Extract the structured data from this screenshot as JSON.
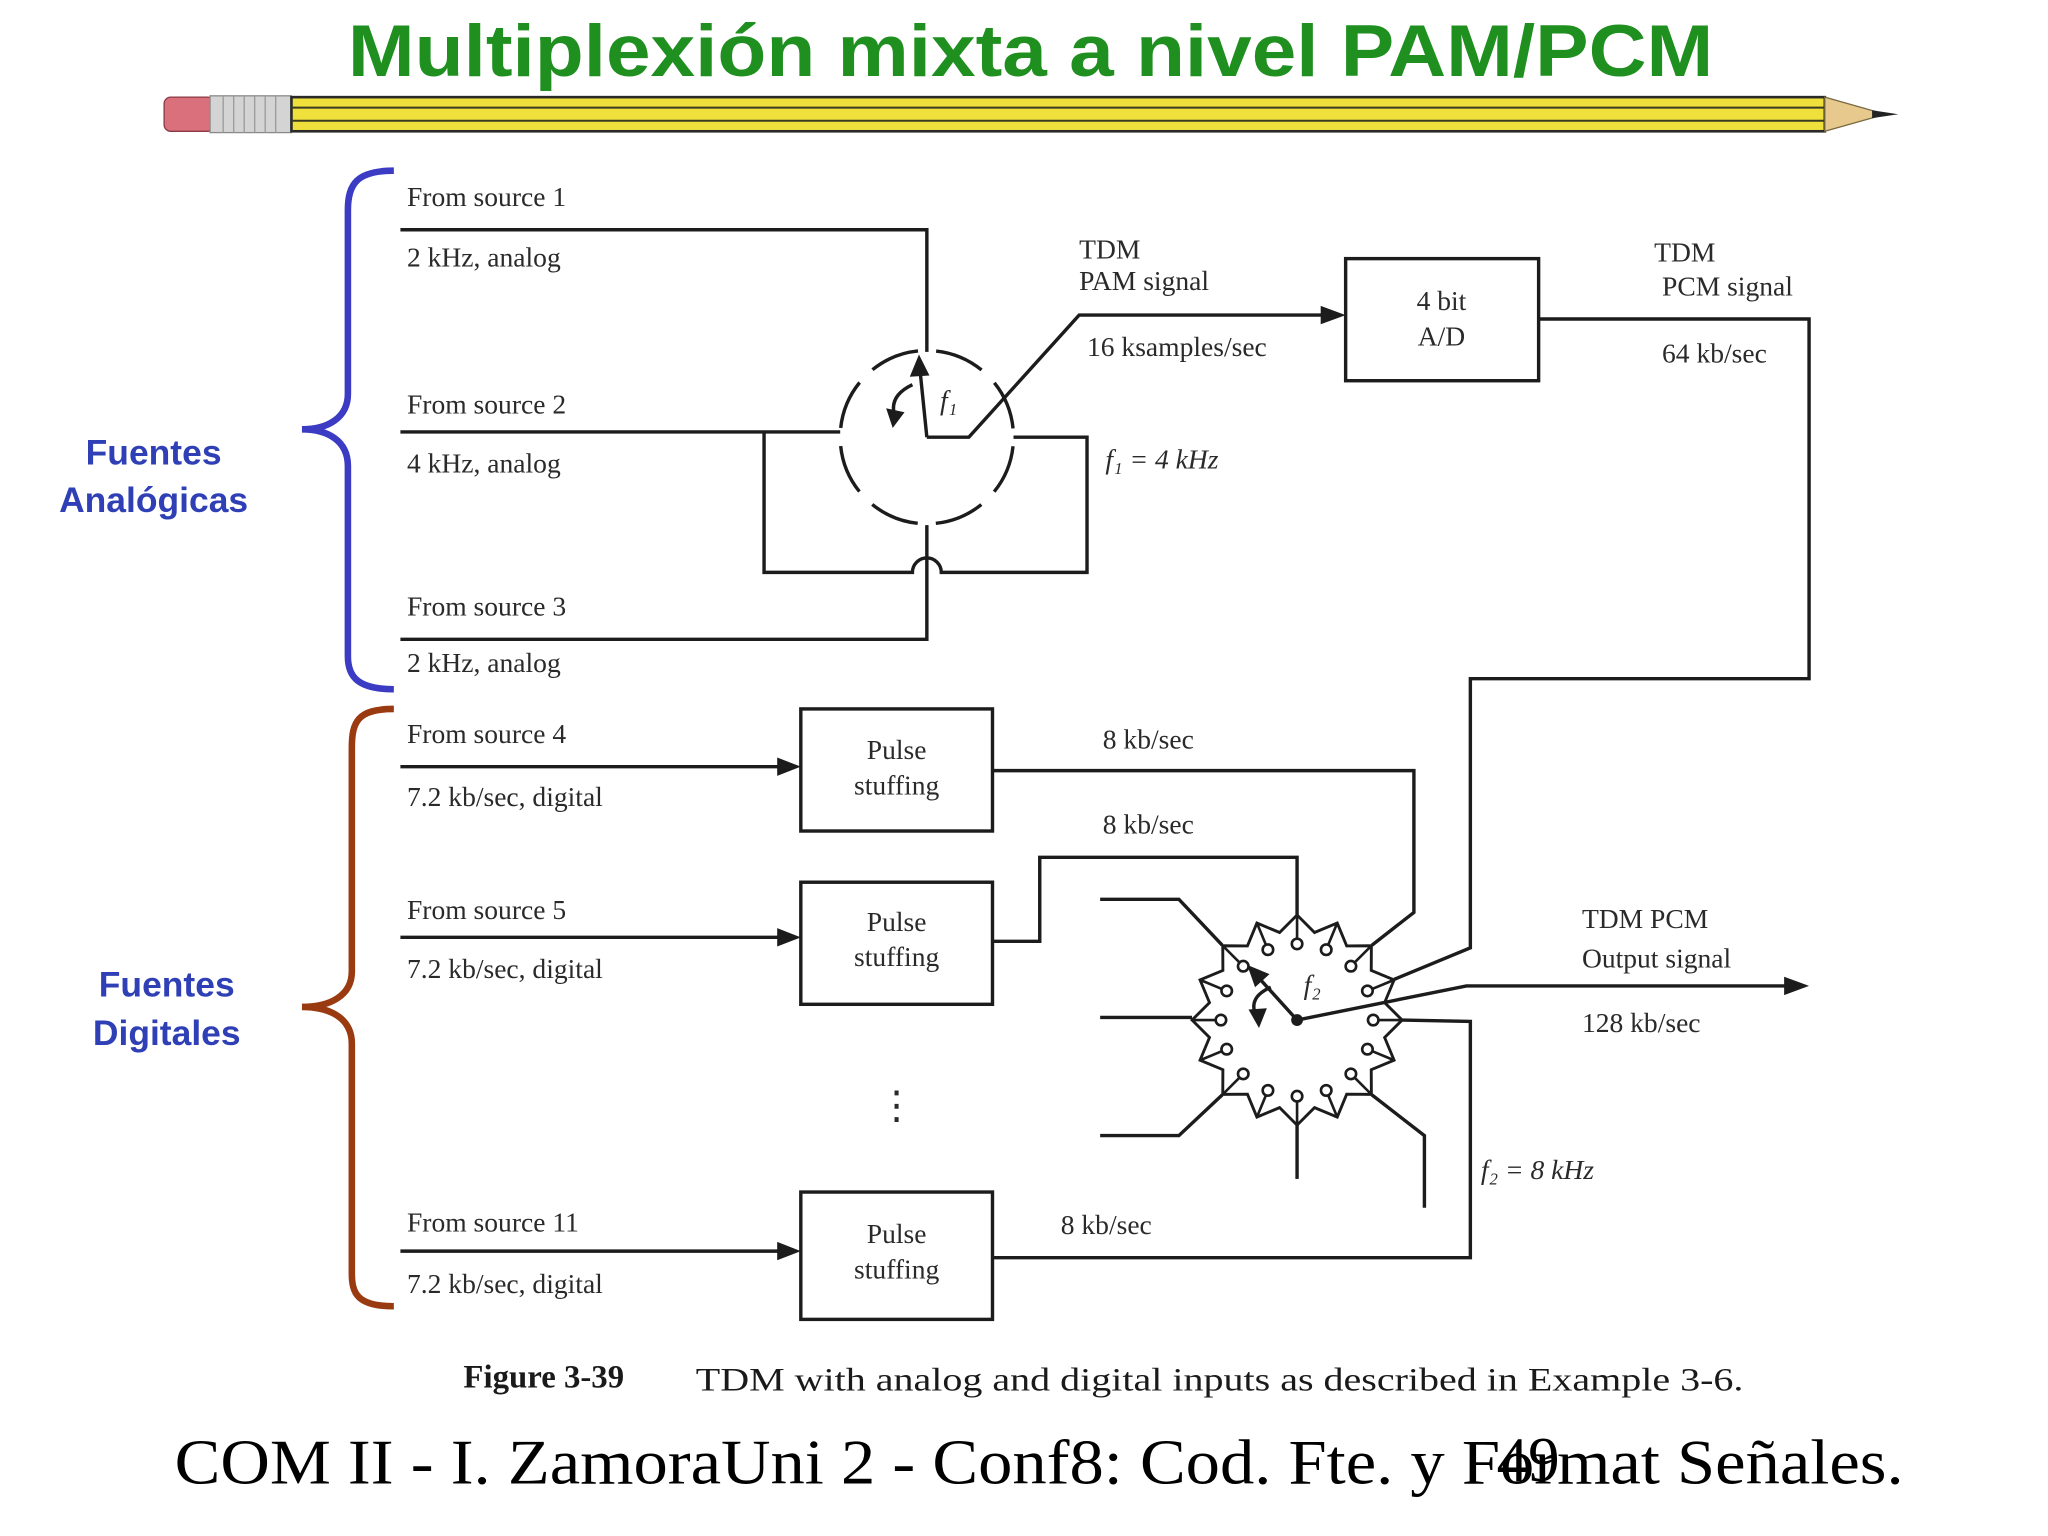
{
  "slide": {
    "title": "Multiplexión mixta a nivel PAM/PCM",
    "footer": "COM II - I. ZamoraUni 2 - Conf8: Cod. Fte. y Format Señales.",
    "page_number": "49",
    "colors": {
      "title": "#1f8f1f",
      "group_label": "#2f3fb5",
      "analog_brace": "#3b3bc4",
      "digital_brace": "#9a3a10"
    }
  },
  "groups": {
    "analog": {
      "line1": "Fuentes",
      "line2": "Analógicas"
    },
    "digital": {
      "line1": "Fuentes",
      "line2": "Digitales"
    }
  },
  "analog_sources": [
    {
      "label": "From source 1",
      "spec": "2 kHz, analog"
    },
    {
      "label": "From source 2",
      "spec": "4 kHz, analog"
    },
    {
      "label": "From source 3",
      "spec": "2 kHz, analog"
    }
  ],
  "commutator1": {
    "label": "f₁",
    "freq": "f₁ = 4 kHz"
  },
  "pam": {
    "line1": "TDM",
    "line2": "PAM signal",
    "rate": "16 ksamples/sec"
  },
  "adc": {
    "line1": "4 bit",
    "line2": "A/D"
  },
  "pcm": {
    "line1": "TDM",
    "line2": "PCM signal",
    "rate": "64 kb/sec"
  },
  "digital_sources": [
    {
      "label": "From source 4",
      "spec": "7.2 kb/sec, digital",
      "block_line1": "Pulse",
      "block_line2": "stuffing",
      "output_rate": "8 kb/sec"
    },
    {
      "label": "From source 5",
      "spec": "7.2 kb/sec, digital",
      "block_line1": "Pulse",
      "block_line2": "stuffing",
      "output_rate": "8 kb/sec"
    },
    {
      "label": "From source 11",
      "spec": "7.2 kb/sec, digital",
      "block_line1": "Pulse",
      "block_line2": "stuffing",
      "output_rate": "8 kb/sec"
    }
  ],
  "ellipsis": "⋮",
  "commutator2": {
    "label": "f₂",
    "freq": "f₂ = 8 kHz"
  },
  "output": {
    "line1": "TDM PCM",
    "line2": "Output signal",
    "rate": "128 kb/sec"
  },
  "caption": {
    "number": "Figure 3-39",
    "text": "TDM with analog and digital inputs as described in Example 3-6."
  }
}
